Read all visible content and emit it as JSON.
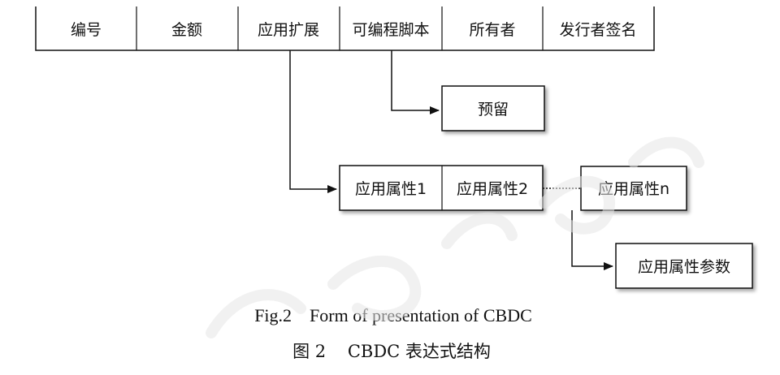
{
  "top_record": {
    "fields": [
      "编号",
      "金额",
      "应用扩展",
      "可编程脚本",
      "所有者",
      "发行者签名"
    ]
  },
  "reserved": {
    "label": "预留"
  },
  "app_attributes": {
    "items": [
      "应用属性1",
      "应用属性2",
      "应用属性n"
    ]
  },
  "attribute_params": {
    "label": "应用属性参数"
  },
  "caption": {
    "english": "Fig.2    Form of presentation of CBDC",
    "chinese": "图 2    CBDC 表达式结构"
  },
  "colors": {
    "line": "#111111",
    "watermark": "#e3e3e3"
  }
}
